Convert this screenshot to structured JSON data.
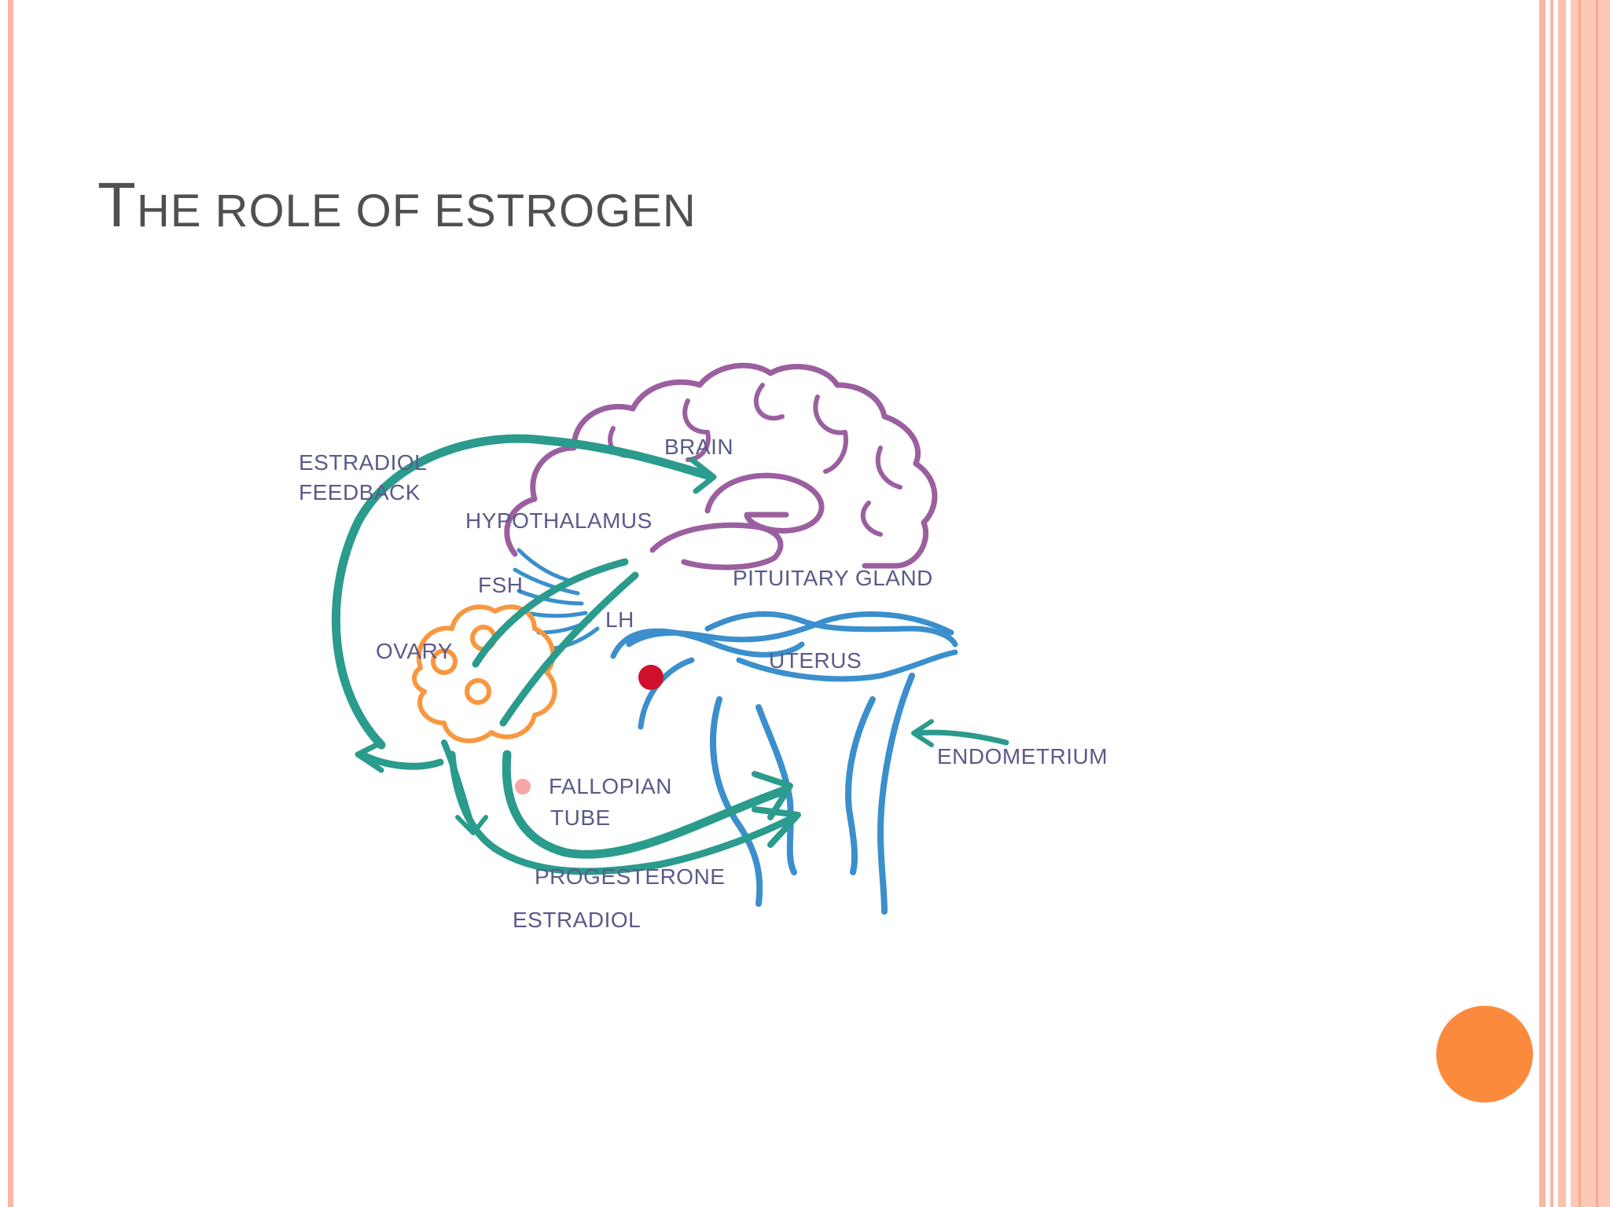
{
  "slide": {
    "title_first": "T",
    "title_rest": "HE ROLE OF ESTROGEN"
  },
  "diagram": {
    "labels": {
      "brain": "BRAIN",
      "estradiol_feedback_line1": "ESTRADIOL",
      "estradiol_feedback_line2": "FEEDBACK",
      "hypothalamus": "HYPOTHALAMUS",
      "pituitary_gland": "PITUITARY GLAND",
      "fsh": "FSH",
      "lh": "LH",
      "ovary": "OVARY",
      "uterus": "UTERUS",
      "endometrium": "ENDOMETRIUM",
      "fallopian_tube_line1": "FALLOPIAN",
      "fallopian_tube_line2": "TUBE",
      "progesterone": "PROGESTERONE",
      "estradiol": "ESTRADIOL"
    },
    "colors": {
      "brain": "#9b5fa0",
      "arrows": "#2a9b8c",
      "uterus": "#3a8fcc",
      "ovary": "#f8973f",
      "egg": "#d0102a",
      "label": "#5a5a8a"
    }
  },
  "theme": {
    "border_color": "#f7b7a1",
    "accent_button": "#fb8a3c"
  }
}
